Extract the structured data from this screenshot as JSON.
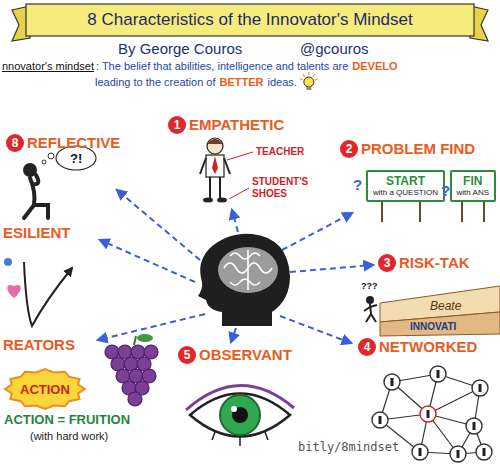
{
  "diagram": {
    "title": "8 Characteristics of the Innovator's Mindset",
    "nodes": [
      {
        "text": [
          "1",
          "EMPATHETIC"
        ]
      },
      {
        "text": [
          "8",
          "REFLECTIVE"
        ]
      },
      {
        "text": [
          "2",
          "PROBLEM FIND"
        ]
      },
      {
        "text": [
          "START",
          "with a QUESTION"
        ]
      },
      {
        "text": [
          "FIN",
          "with ANS"
        ]
      },
      {
        "text": [
          "3",
          "RISK-TAK"
        ]
      },
      {
        "text": [
          "4",
          "NETWORKED"
        ]
      },
      {
        "text": [
          "5",
          "OBSERVANT"
        ]
      },
      {
        "text": [
          "ACTION"
        ]
      }
    ],
    "labels": [
      "By George Couros",
      "@gcouros",
      "nnovator's mindset",
      ": The belief that abilities, intelligence and talents are",
      "DEVELO",
      "leading to the creation of",
      "BETTER",
      "ideas.",
      "?!",
      "TEACHER",
      "STUDENT'S SHOES",
      "?",
      "?",
      "ESILIENT",
      "???",
      "Beate",
      "INNOVATI",
      "REATORS",
      "ACTION = FRUITION",
      "(with hard work)",
      "bitly/8mindset"
    ]
  }
}
